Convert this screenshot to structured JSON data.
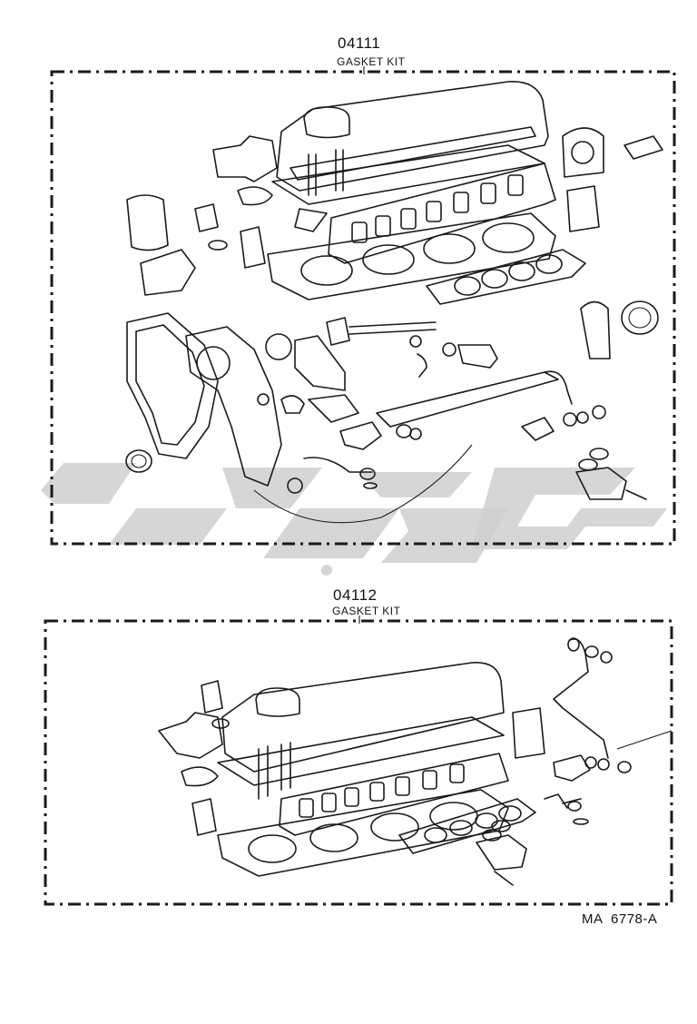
{
  "kits": [
    {
      "part_number": "04111",
      "name": "GASKET KIT"
    },
    {
      "part_number": "04112",
      "name": "GASKET KIT"
    }
  ],
  "reference": "MA  6778-A",
  "colors": {
    "line": "#1a1a1a",
    "watermark": "#cfcfcf",
    "background": "#ffffff"
  }
}
